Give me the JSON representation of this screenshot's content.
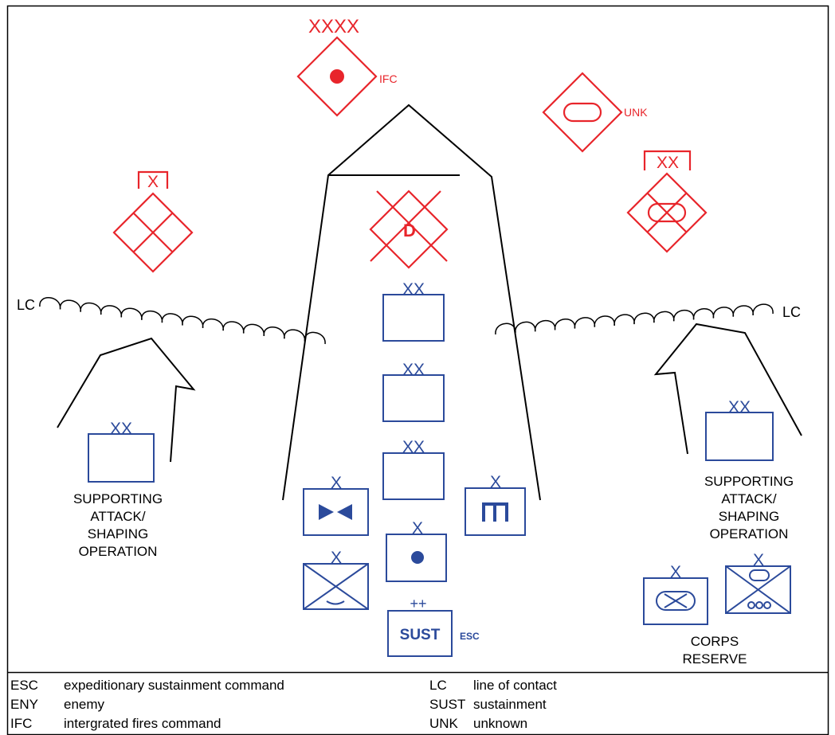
{
  "colors": {
    "enemy": "#e8252b",
    "friendly": "#2b4a9b",
    "line": "#000000"
  },
  "labels": {
    "lc_left": "LC",
    "lc_right": "LC",
    "enemy_army_echelon": "XXXX",
    "ifc": "IFC",
    "unk": "UNK",
    "enemy_brigade_echelon": "X",
    "enemy_division_echelon": "XX",
    "destroyed_marker": "D",
    "supporting_left": [
      "SUPPORTING",
      "ATTACK/",
      "SHAPING",
      "OPERATION"
    ],
    "supporting_right": [
      "SUPPORTING",
      "ATTACK/",
      "SHAPING",
      "OPERATION"
    ],
    "corps_reserve": [
      "CORPS",
      "RESERVE"
    ],
    "division_echelon": "XX",
    "brigade_echelon": "X",
    "sust_echelon": "++",
    "sust": "SUST",
    "esc": "ESC"
  },
  "legend": {
    "left": [
      {
        "abbr": "ESC",
        "desc": "expeditionary sustainment command"
      },
      {
        "abbr": "ENY",
        "desc": "enemy"
      },
      {
        "abbr": "IFC",
        "desc": "intergrated fires command"
      }
    ],
    "right": [
      {
        "abbr": "LC",
        "desc": "line of contact"
      },
      {
        "abbr": "SUST",
        "desc": "sustainment"
      },
      {
        "abbr": "UNK",
        "desc": "unknown"
      }
    ]
  }
}
